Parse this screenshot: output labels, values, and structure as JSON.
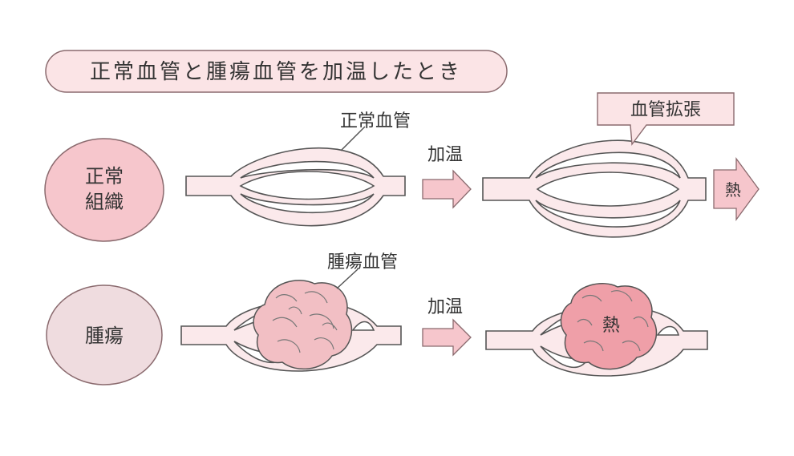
{
  "title": "正常血管と腫瘍血管を加温したとき",
  "rows": {
    "normal": {
      "tissue": [
        "正常",
        "組織"
      ],
      "vessel_label": "正常血管",
      "arrow_label": "加温",
      "callout": "血管拡張",
      "heat_arrow": "熱"
    },
    "tumor": {
      "tissue": "腫瘍",
      "vessel_label": "腫瘍血管",
      "arrow_label": "加温",
      "heat_in_mass": "熱"
    }
  },
  "colors": {
    "pink_fill": "#f6c6cc",
    "light_fill": "#fbe4e6",
    "grey_pink": "#efdcdf",
    "outline": "#555555",
    "text": "#333333",
    "tumor_fill": "#f2bfc4",
    "tumor_hot": "#ef9fa8"
  }
}
